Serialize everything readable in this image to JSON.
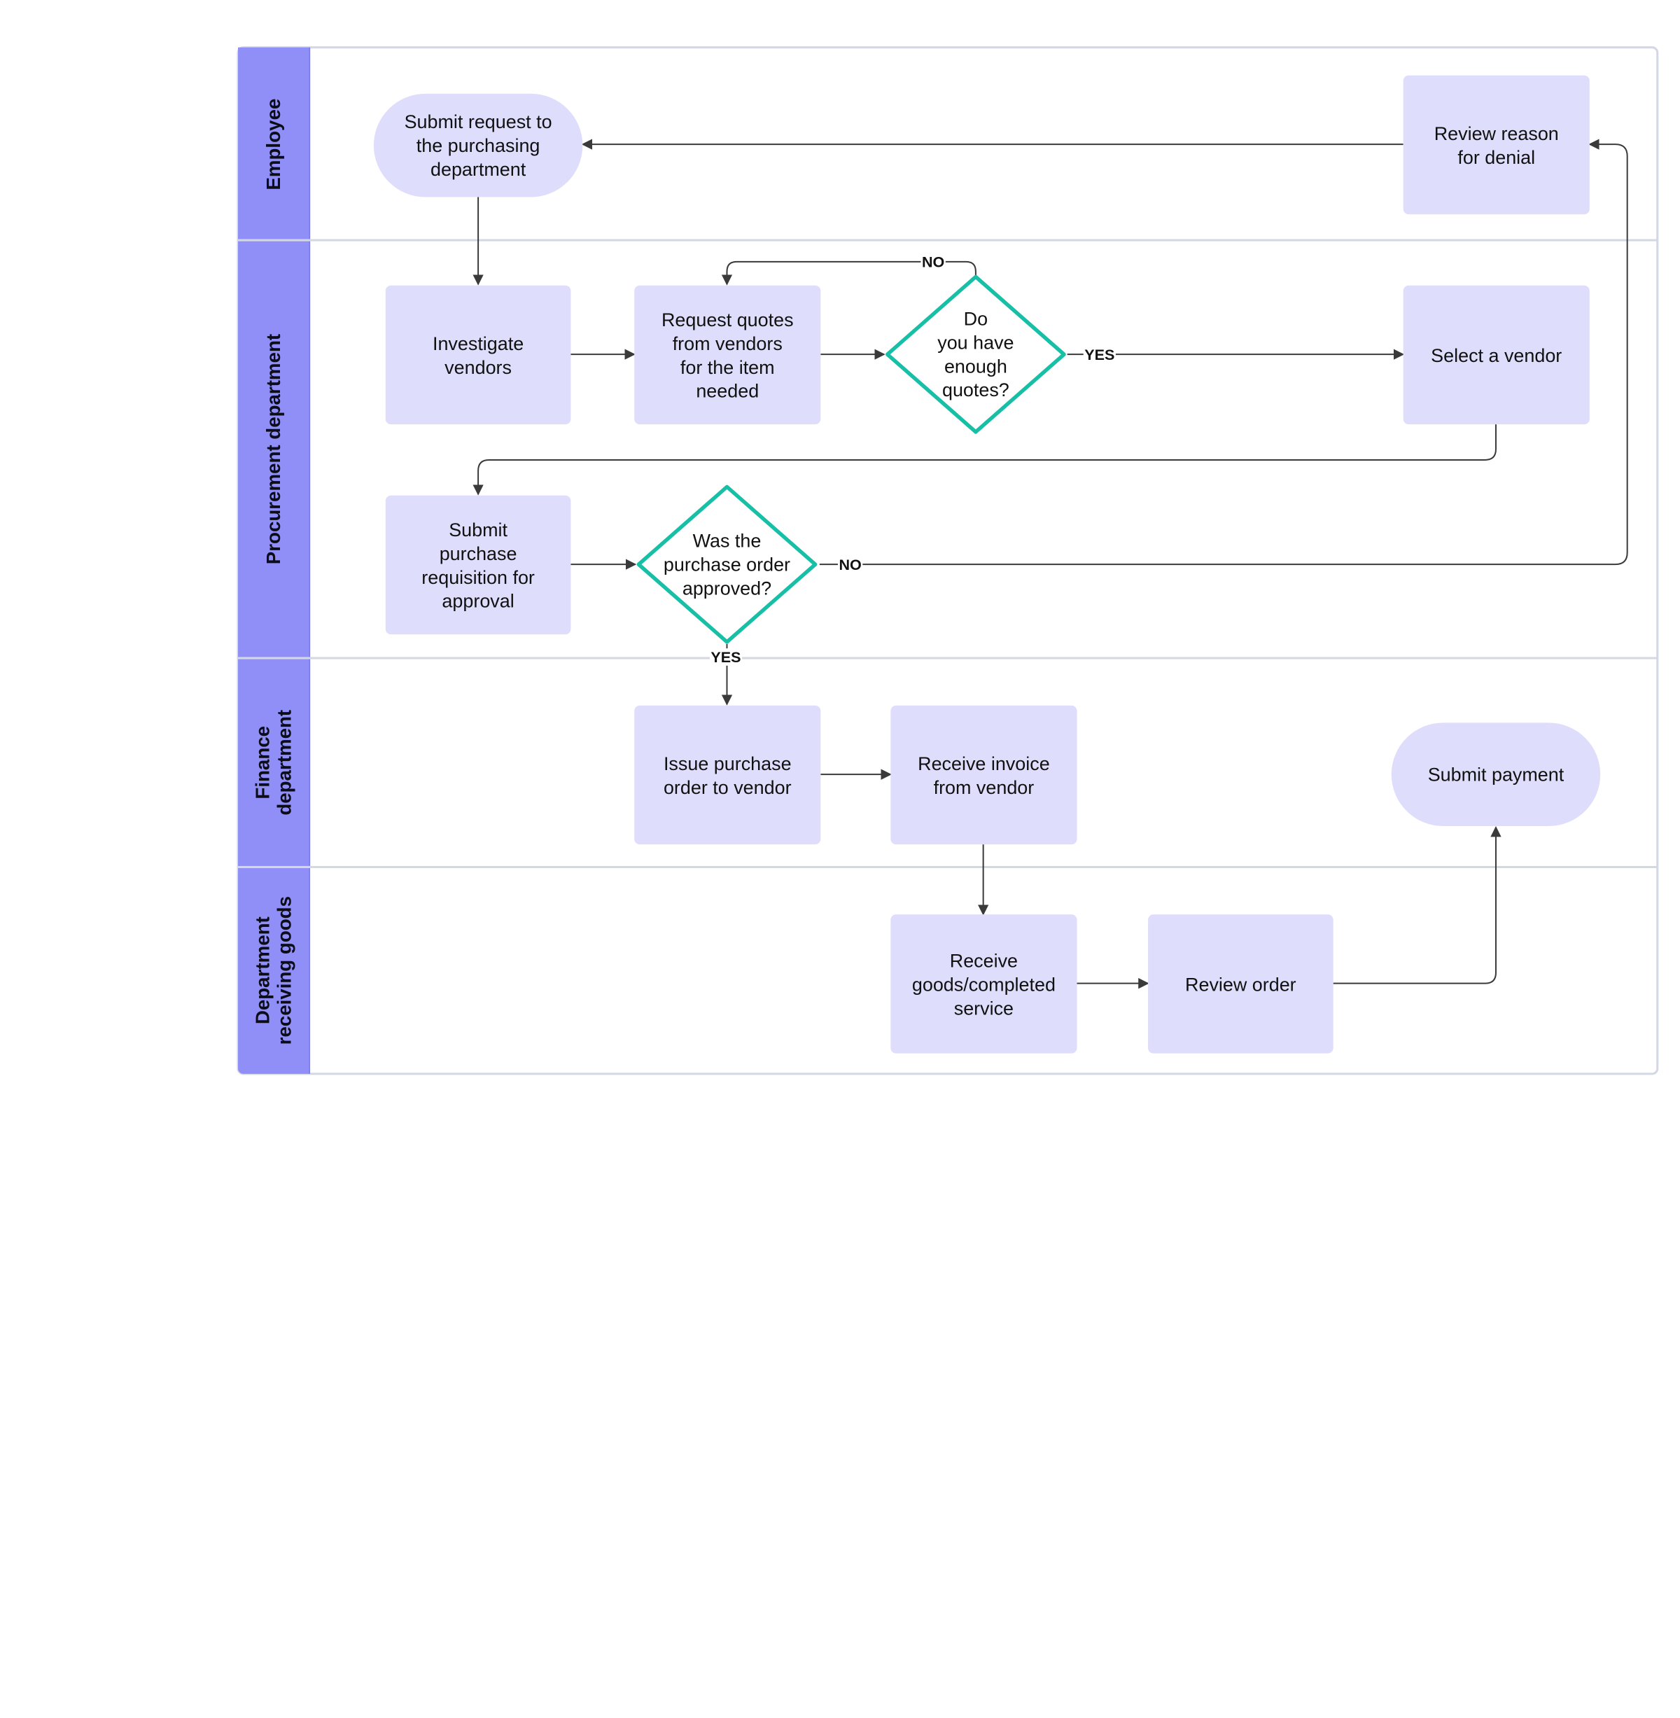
{
  "lanes": [
    {
      "label": "Employee"
    },
    {
      "label": "Procurement department"
    },
    {
      "label": "Finance\ndepartment"
    },
    {
      "label": "Department\nreceiving goods"
    }
  ],
  "nodes": {
    "submit_request": "Submit request to\nthe purchasing\ndepartment",
    "review_denial": "Review reason\nfor denial",
    "investigate_vendors": "Investigate\nvendors",
    "request_quotes": "Request quotes\nfrom vendors\nfor the item\nneeded",
    "enough_quotes": "Do\nyou have\nenough\nquotes?",
    "select_vendor": "Select a vendor",
    "submit_requisition": "Submit\npurchase\nrequisition for\napproval",
    "po_approved": "Was the\npurchase order\napproved?",
    "issue_po": "Issue purchase\norder to vendor",
    "receive_invoice": "Receive invoice\nfrom vendor",
    "submit_payment": "Submit payment",
    "receive_goods": "Receive\ngoods/completed\nservice",
    "review_order": "Review order"
  },
  "edge_labels": {
    "quotes_no": "NO",
    "quotes_yes": "YES",
    "approved_no": "NO",
    "approved_yes": "YES"
  },
  "colors": {
    "lane_header": "#8f8ff7",
    "node_fill": "#dedefc",
    "decision_stroke": "#17bfa6",
    "connector": "#3a3a3a"
  }
}
